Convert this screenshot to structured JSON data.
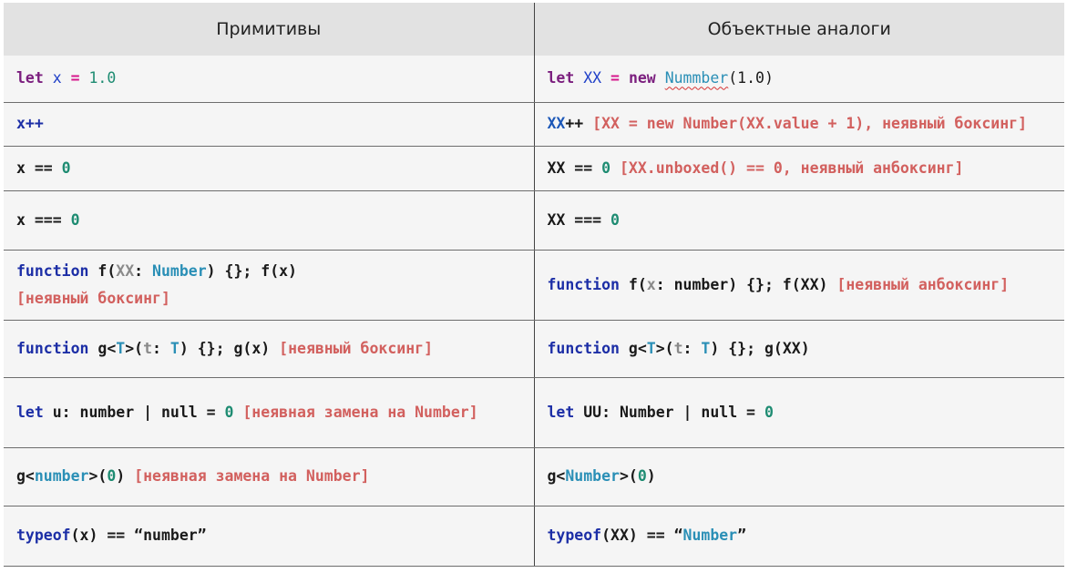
{
  "headers": {
    "primitives": "Примитивы",
    "objects": "Объектные аналоги"
  },
  "rows": [
    {
      "primitive": [
        "let",
        " x",
        " = ",
        "1.0"
      ],
      "object": [
        "let",
        " XX",
        " = ",
        "new",
        " ",
        "Nummber",
        "(1.0)"
      ]
    },
    {
      "primitive": [
        "x++"
      ],
      "object": [
        "XX",
        "++",
        " [XX = new Number(XX.value + 1), неявный боксинг]"
      ]
    },
    {
      "primitive": [
        "x == ",
        "0"
      ],
      "object": [
        "XX == ",
        "0",
        " [XX.unboxed() == 0, неявный анбоксинг]"
      ]
    },
    {
      "primitive": [
        "x === ",
        "0"
      ],
      "object": [
        "XX === ",
        "0"
      ]
    },
    {
      "primitive": [
        "function",
        " f(",
        "XX",
        ": ",
        "Number",
        ") {}; f(x)",
        "[неявный боксинг]"
      ],
      "object": [
        "function",
        " f(",
        "x",
        ": number) {}; f(XX) ",
        "[неявный анбоксинг]"
      ]
    },
    {
      "primitive": [
        "function",
        " g<",
        "T",
        ">(",
        "t",
        ": ",
        "T",
        ") {}; g(x) ",
        "[неявный боксинг]"
      ],
      "object": [
        "function",
        " g<",
        "T",
        ">(",
        "t",
        ": ",
        "T",
        ") {}; g(XX)"
      ]
    },
    {
      "primitive": [
        "let",
        " u: number | null = ",
        "0",
        " [неявная замена на Number]"
      ],
      "object": [
        "let",
        " UU: Number | null = ",
        "0"
      ]
    },
    {
      "primitive": [
        "g<",
        "number",
        ">(",
        "0",
        ") ",
        "[неявная замена на Number]"
      ],
      "object": [
        "g<",
        "Number",
        ">(",
        "0",
        ")"
      ]
    },
    {
      "primitive": [
        "typeof",
        "(x) == “number”"
      ],
      "object": [
        "typeof",
        "(XX) == “",
        "Number",
        "”"
      ]
    }
  ],
  "colors": {
    "header_bg": "#e2e2e2",
    "cell_bg": "#f5f5f5",
    "keyword": "#7b1e7e",
    "keyword_blue": "#1c2ea6",
    "number": "#1e8c72",
    "type": "#2a8fb6",
    "note": "#d2605e"
  }
}
